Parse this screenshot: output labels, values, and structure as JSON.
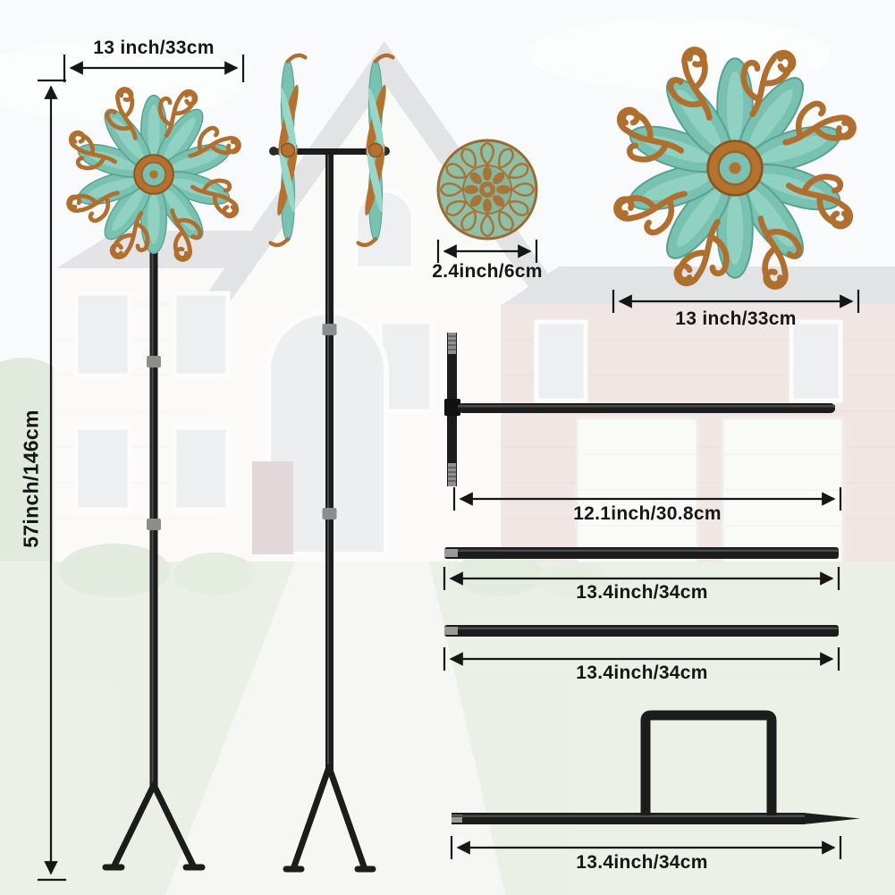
{
  "product": {
    "name": "metal wind spinner garden stake dimension diagram"
  },
  "labels": {
    "left_spinner_width": "13 inch/33cm",
    "pole_height": "57inch/146cm",
    "medallion_size": "2.4inch/6cm",
    "right_spinner_width": "13 inch/33cm",
    "t_pole_length": "12.1inch/30.8cm",
    "pole_section_a_length": "13.4inch/34cm",
    "pole_section_b_length": "13.4inch/34cm",
    "stake_length": "13.4inch/34cm"
  },
  "colors": {
    "petal_teal": "#79c2b2",
    "scroll_copper": "#b5722f",
    "pole_black": "#1c1c1c",
    "dimension_line": "#161616"
  }
}
